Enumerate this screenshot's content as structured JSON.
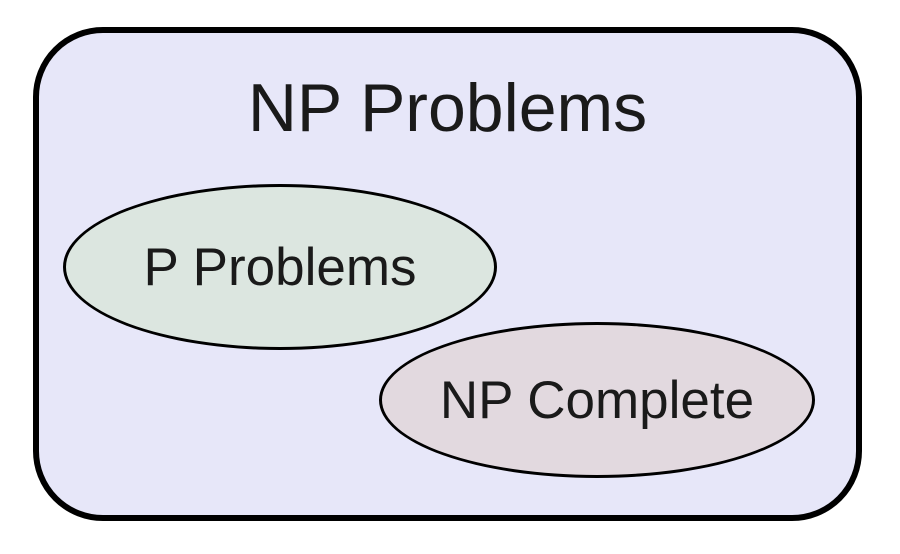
{
  "diagram": {
    "type": "euler-set-diagram",
    "text_color": "#1a1a1a",
    "outline_color": "#000000",
    "container": {
      "id": "np-problems",
      "label": "NP Problems",
      "fill": "#e7e7f9"
    },
    "sets": [
      {
        "id": "p-problems",
        "label": "P Problems",
        "fill": "#dce6e0",
        "contained_in": "NP Problems",
        "overlaps": []
      },
      {
        "id": "np-complete",
        "label": "NP Complete",
        "fill": "#e2d9df",
        "contained_in": "NP Problems",
        "overlaps": []
      }
    ]
  }
}
